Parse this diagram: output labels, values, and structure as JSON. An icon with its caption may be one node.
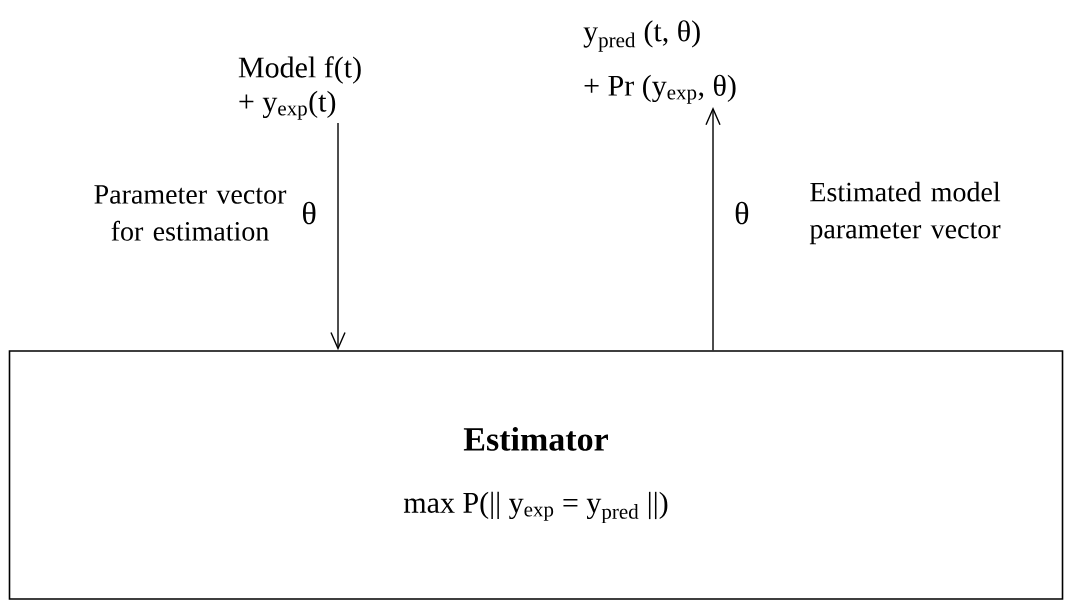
{
  "diagram": {
    "nodes": [
      {
        "text": [
          "Model f(t)",
          "+  y$_{exp}$(t)"
        ]
      },
      {
        "text": [
          "y$_{pred}$ (t, θ)",
          "+ Pr (y$_{exp}$, θ)"
        ]
      },
      {
        "text": [
          "Estimator",
          "max    P(|| y$_{exp}$ =  y$_{pred}$ ||)"
        ]
      }
    ],
    "edges": [
      {
        "from": 0,
        "to": 2,
        "arrow": "to",
        "label": "θ"
      },
      {
        "from": 2,
        "to": 1,
        "arrow": "to",
        "label": "θ"
      }
    ],
    "labels": [
      "Parameter vector for estimation",
      "Estimated model parameter vector"
    ]
  }
}
